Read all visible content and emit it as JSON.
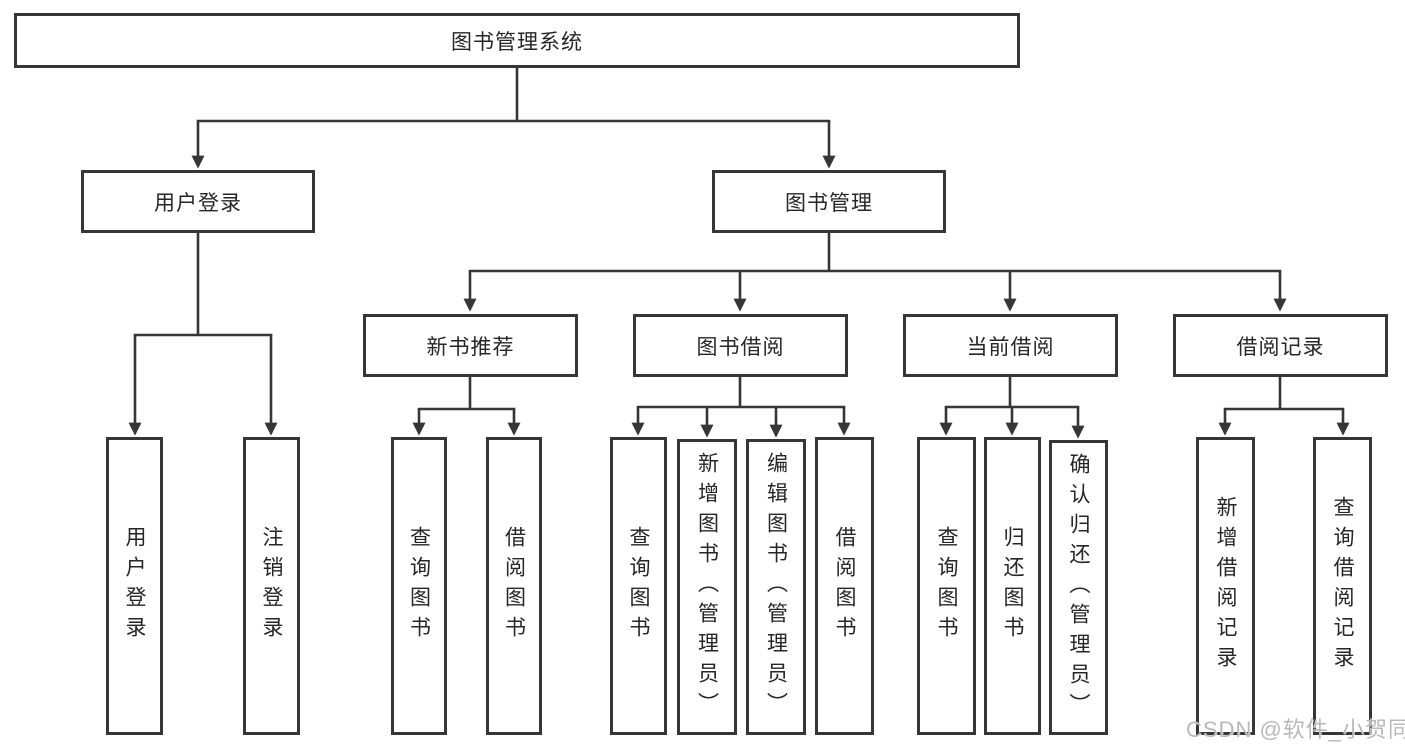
{
  "tree": {
    "root": {
      "label": "图书管理系统"
    },
    "branches": [
      {
        "label": "用户登录",
        "children": [
          {
            "label": "用户登录"
          },
          {
            "label": "注销登录"
          }
        ]
      },
      {
        "label": "图书管理",
        "children": [
          {
            "label": "新书推荐",
            "children": [
              {
                "label": "查询图书"
              },
              {
                "label": "借阅图书"
              }
            ]
          },
          {
            "label": "图书借阅",
            "children": [
              {
                "label": "查询图书"
              },
              {
                "label": "新增图书（管理员）"
              },
              {
                "label": "编辑图书（管理员）"
              },
              {
                "label": "借阅图书"
              }
            ]
          },
          {
            "label": "当前借阅",
            "children": [
              {
                "label": "查询图书"
              },
              {
                "label": "归还图书"
              },
              {
                "label": "确认归还（管理员）"
              }
            ]
          },
          {
            "label": "借阅记录",
            "children": [
              {
                "label": "新增借阅记录"
              },
              {
                "label": "查询借阅记录"
              }
            ]
          }
        ]
      }
    ]
  },
  "watermark": {
    "text": "CSDN @软件_小贺同学"
  },
  "colors": {
    "line": "#363636",
    "box_border": "#363636",
    "text": "#262626",
    "watermark": "#b9b9b9",
    "background": "#ffffff"
  }
}
